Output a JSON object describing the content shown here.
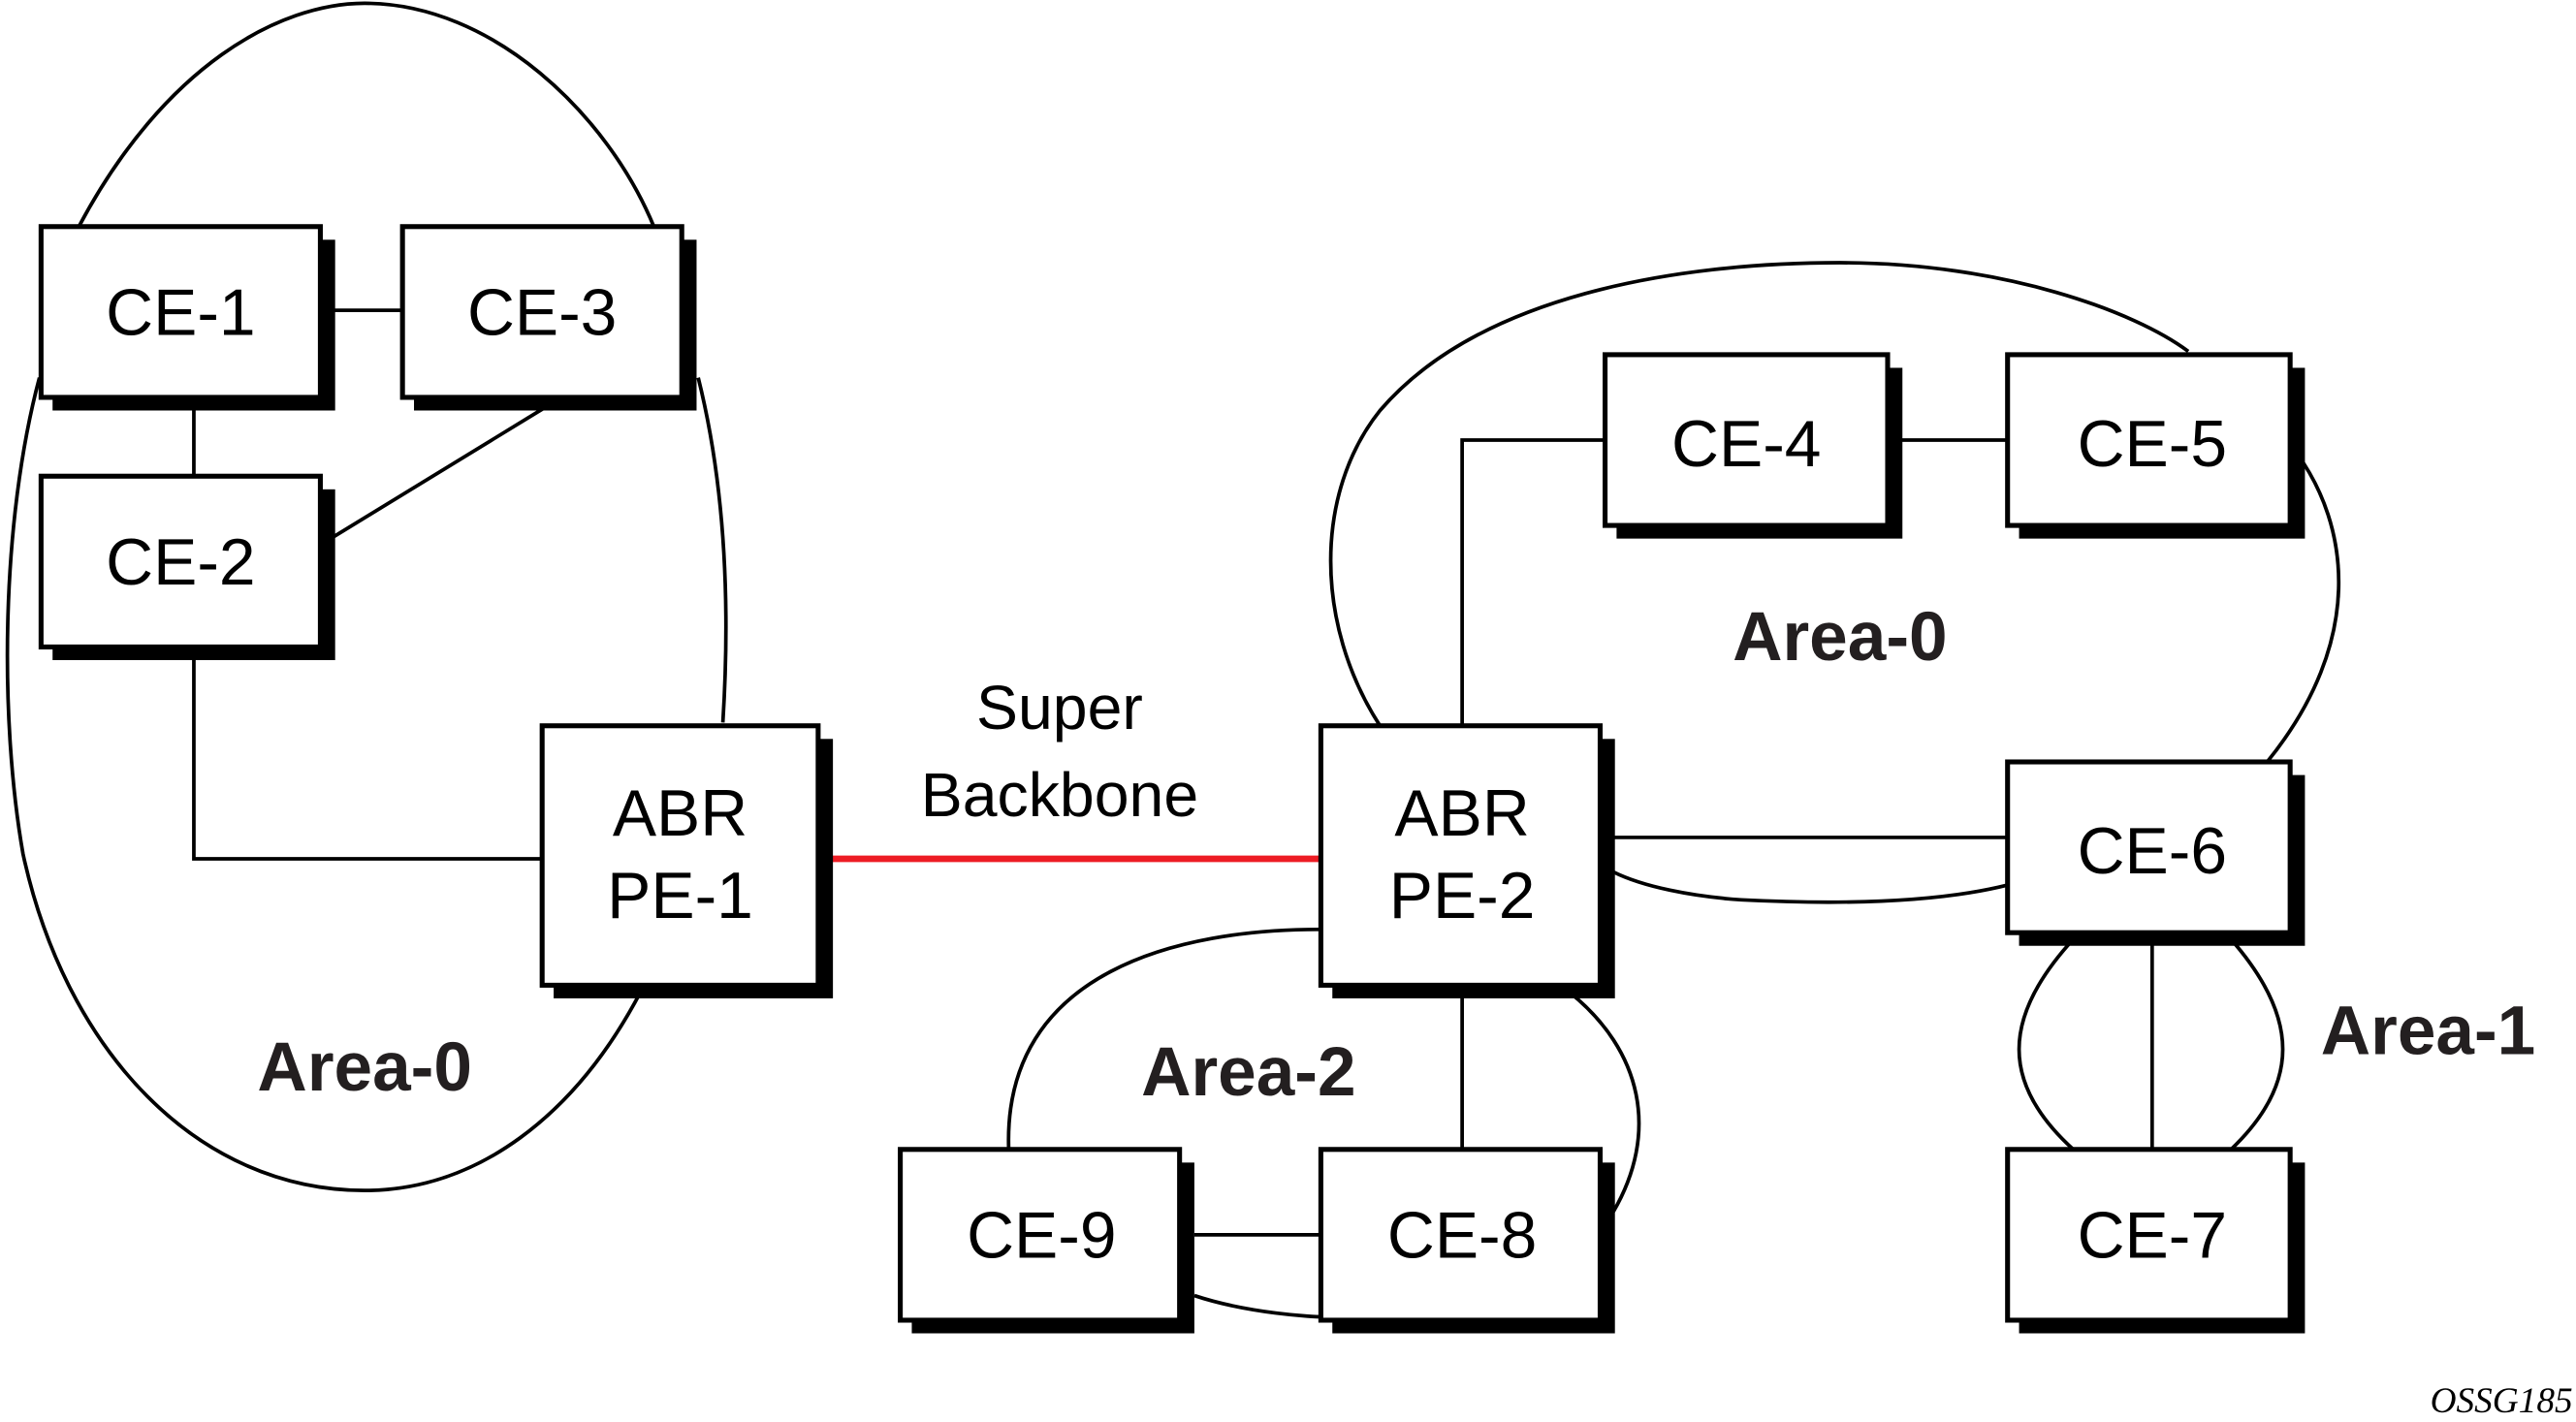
{
  "figure_id": "OSSG185",
  "colors": {
    "super_backbone_link": "#ed1c24",
    "line": "#000000",
    "area_label": "#231f20"
  },
  "super_backbone_label": [
    "Super",
    "Backbone"
  ],
  "areas": [
    {
      "id": "area0-left",
      "label": "Area-0"
    },
    {
      "id": "area0-right",
      "label": "Area-0"
    },
    {
      "id": "area1",
      "label": "Area-1"
    },
    {
      "id": "area2",
      "label": "Area-2"
    }
  ],
  "nodes": [
    {
      "id": "ce1",
      "lines": [
        "CE-1"
      ]
    },
    {
      "id": "ce3",
      "lines": [
        "CE-3"
      ]
    },
    {
      "id": "ce2",
      "lines": [
        "CE-2"
      ]
    },
    {
      "id": "pe1",
      "lines": [
        "ABR",
        "PE-1"
      ]
    },
    {
      "id": "pe2",
      "lines": [
        "ABR",
        "PE-2"
      ]
    },
    {
      "id": "ce4",
      "lines": [
        "CE-4"
      ]
    },
    {
      "id": "ce5",
      "lines": [
        "CE-5"
      ]
    },
    {
      "id": "ce6",
      "lines": [
        "CE-6"
      ]
    },
    {
      "id": "ce7",
      "lines": [
        "CE-7"
      ]
    },
    {
      "id": "ce8",
      "lines": [
        "CE-8"
      ]
    },
    {
      "id": "ce9",
      "lines": [
        "CE-9"
      ]
    }
  ],
  "links": [
    {
      "from": "CE-1",
      "to": "CE-3"
    },
    {
      "from": "CE-1",
      "to": "CE-2"
    },
    {
      "from": "CE-3",
      "to": "CE-2"
    },
    {
      "from": "CE-2",
      "to": "ABR PE-1"
    },
    {
      "from": "ABR PE-1",
      "to": "ABR PE-2",
      "type": "super-backbone"
    },
    {
      "from": "ABR PE-2",
      "to": "CE-4"
    },
    {
      "from": "CE-4",
      "to": "CE-5"
    },
    {
      "from": "ABR PE-2",
      "to": "CE-6"
    },
    {
      "from": "CE-6",
      "to": "CE-7"
    },
    {
      "from": "ABR PE-2",
      "to": "CE-8"
    },
    {
      "from": "CE-9",
      "to": "CE-8"
    }
  ]
}
